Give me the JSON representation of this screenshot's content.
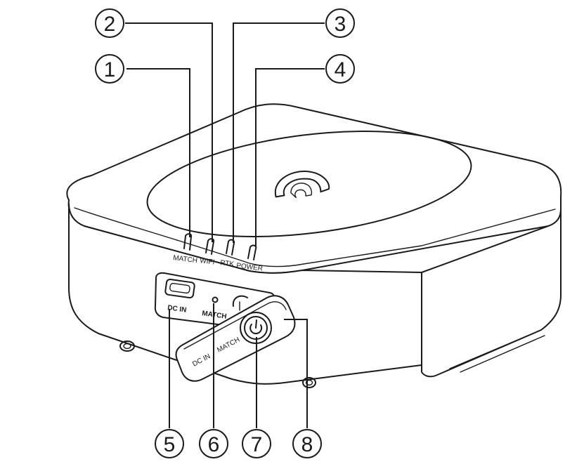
{
  "callouts": [
    {
      "id": "1",
      "label": "1"
    },
    {
      "id": "2",
      "label": "2"
    },
    {
      "id": "3",
      "label": "3"
    },
    {
      "id": "4",
      "label": "4"
    },
    {
      "id": "5",
      "label": "5"
    },
    {
      "id": "6",
      "label": "6"
    },
    {
      "id": "7",
      "label": "7"
    },
    {
      "id": "8",
      "label": "8"
    }
  ],
  "led_labels": {
    "match": "MATCH",
    "wifi": "WIFI",
    "rtk": "RTK",
    "power": "POWER"
  },
  "port_panel": {
    "dc_in": "DC IN",
    "match": "MATCH"
  },
  "cover": {
    "dc_in": "DC IN",
    "match": "MATCH"
  },
  "colors": {
    "line": "#1a1a1a",
    "background": "#ffffff"
  }
}
